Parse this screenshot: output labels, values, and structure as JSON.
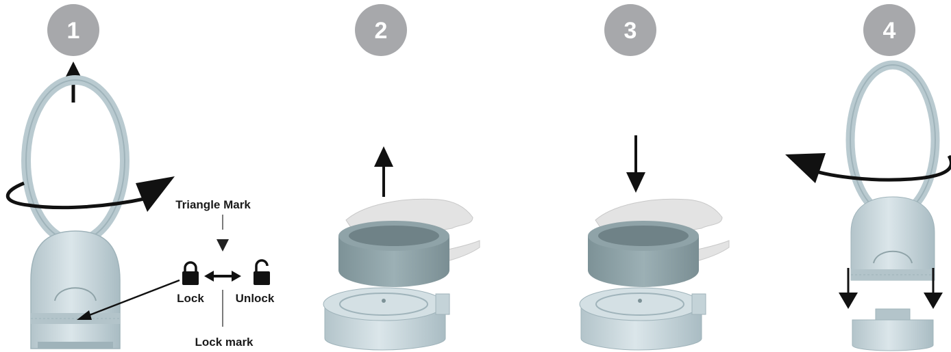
{
  "steps": [
    {
      "number": "1"
    },
    {
      "number": "2"
    },
    {
      "number": "3"
    },
    {
      "number": "4"
    }
  ],
  "labels": {
    "triangle_mark": "Triangle Mark",
    "lock": "Lock",
    "unlock": "Unlock",
    "lock_mark": "Lock mark"
  },
  "colors": {
    "badge": "#a7a8ab",
    "body_fill": "#c4d3d8",
    "body_shade": "#a9bcc3",
    "tank_fill": "#8fa3a8",
    "arrow": "#111111"
  }
}
